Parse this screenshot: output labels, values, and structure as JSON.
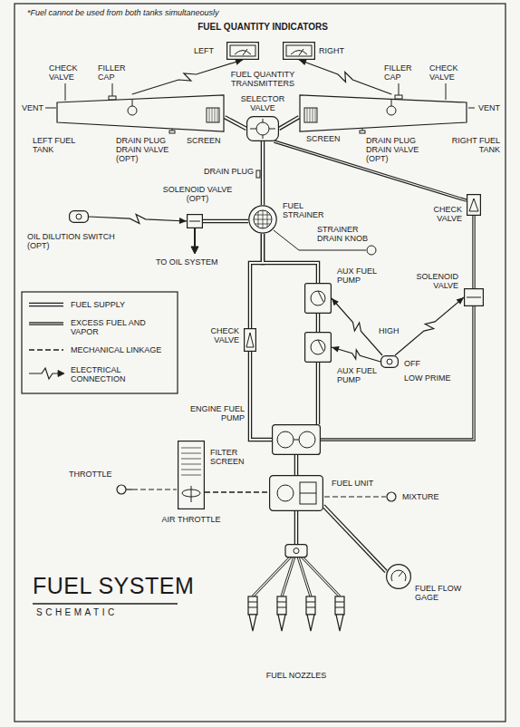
{
  "diagram": {
    "title": "FUEL SYSTEM",
    "nodes": [
      {
        "text": [
          "LEFT"
        ]
      },
      {
        "text": [
          "RIGHT"
        ]
      },
      {
        "text": [
          "LEFT FUEL TANK"
        ]
      },
      {
        "text": [
          "RIGHT FUEL TANK"
        ]
      },
      {
        "text": [
          "SELECTOR VALVE"
        ]
      },
      {
        "text": [
          "FUEL STRAINER"
        ]
      },
      {
        "text": [
          "SOLENOID VALVE (OPT)"
        ]
      },
      {
        "text": [
          "OIL DILUTION SWITCH (OPT)"
        ]
      },
      {
        "text": [
          "CHECK VALVE"
        ]
      },
      {
        "text": [
          "SOLENOID VALVE"
        ]
      },
      {
        "text": [
          "AUX FUEL PUMP"
        ]
      },
      {
        "text": [
          "AUX FUEL PUMP"
        ]
      },
      {
        "text": [
          "HIGH",
          "OFF",
          "LOW PRIME"
        ]
      },
      {
        "text": [
          "CHECK VALVE"
        ]
      },
      {
        "text": [
          "ENGINE FUEL PUMP"
        ]
      },
      {
        "text": [
          "FUEL UNIT"
        ]
      },
      {
        "text": [
          "AIR THROTTLE"
        ]
      },
      {
        "text": [
          "FUEL FLOW GAGE"
        ]
      },
      {
        "text": [
          "FUEL NOZZLES"
        ]
      }
    ],
    "edges": [
      {
        "from": 2,
        "to": 0,
        "arrow": "to"
      },
      {
        "from": 3,
        "to": 1,
        "arrow": "to"
      },
      {
        "from": 2,
        "to": 4,
        "arrow": "none"
      },
      {
        "from": 3,
        "to": 4,
        "arrow": "none"
      },
      {
        "from": 4,
        "to": 5,
        "arrow": "none"
      },
      {
        "from": 5,
        "to": 6,
        "arrow": "none"
      },
      {
        "from": 7,
        "to": 6,
        "arrow": "to"
      },
      {
        "from": 5,
        "to": 10,
        "arrow": "none"
      },
      {
        "from": 5,
        "to": 13,
        "arrow": "none"
      },
      {
        "from": 10,
        "to": 11,
        "arrow": "none"
      },
      {
        "from": 11,
        "to": 14,
        "arrow": "none"
      },
      {
        "from": 13,
        "to": 14,
        "arrow": "none"
      },
      {
        "from": 14,
        "to": 15,
        "arrow": "none"
      },
      {
        "from": 16,
        "to": 15,
        "arrow": "none"
      },
      {
        "from": 15,
        "to": 17,
        "arrow": "none"
      },
      {
        "from": 15,
        "to": 18,
        "arrow": "none"
      },
      {
        "from": 8,
        "to": 4,
        "arrow": "none"
      },
      {
        "from": 8,
        "to": 9,
        "arrow": "none"
      },
      {
        "from": 14,
        "to": 9,
        "arrow": "none"
      },
      {
        "from": 12,
        "to": 10,
        "arrow": "to"
      },
      {
        "from": 12,
        "to": 11,
        "arrow": "to"
      },
      {
        "from": 12,
        "to": 9,
        "arrow": "to"
      }
    ],
    "labels": [
      "*Fuel cannot be used from both tanks simultaneously",
      "FUEL QUANTITY INDICATORS",
      "FUEL QUANTITY TRANSMITTERS",
      "CHECK VALVE",
      "FILLER CAP",
      "VENT",
      "SCREEN",
      "DRAIN PLUG DRAIN VALVE (OPT)",
      "FILLER CAP",
      "CHECK VALVE",
      "VENT",
      "SCREEN",
      "DRAIN PLUG DRAIN VALVE (OPT)",
      "DRAIN PLUG",
      "STRAINER DRAIN KNOB",
      "TO OIL SYSTEM",
      "FILTER SCREEN",
      "THROTTLE",
      "MIXTURE",
      "SCHEMATIC"
    ],
    "legend": [
      {
        "text": "FUEL SUPPLY"
      },
      {
        "text": "EXCESS FUEL AND VAPOR"
      },
      {
        "text": "MECHANICAL LINKAGE"
      },
      {
        "text": "ELECTRICAL CONNECTION"
      }
    ]
  }
}
